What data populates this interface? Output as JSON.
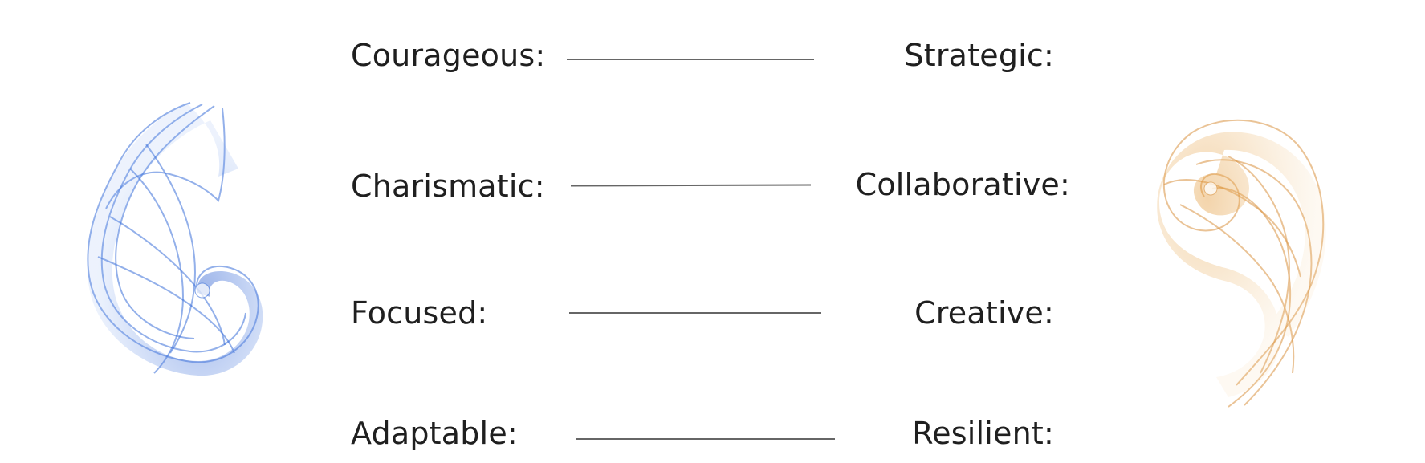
{
  "pairs": [
    {
      "left": "Courageous:",
      "right": "Strategic:"
    },
    {
      "left": "Charismatic:",
      "right": "Collaborative:"
    },
    {
      "left": "Focused:",
      "right": "Creative:"
    },
    {
      "left": "Adaptable:",
      "right": "Resilient:"
    }
  ],
  "images": {
    "left": {
      "name": "blue-fractal-swirl",
      "color": "#3a6fd8"
    },
    "right": {
      "name": "orange-fractal-swirl",
      "color": "#e0a24e"
    }
  }
}
